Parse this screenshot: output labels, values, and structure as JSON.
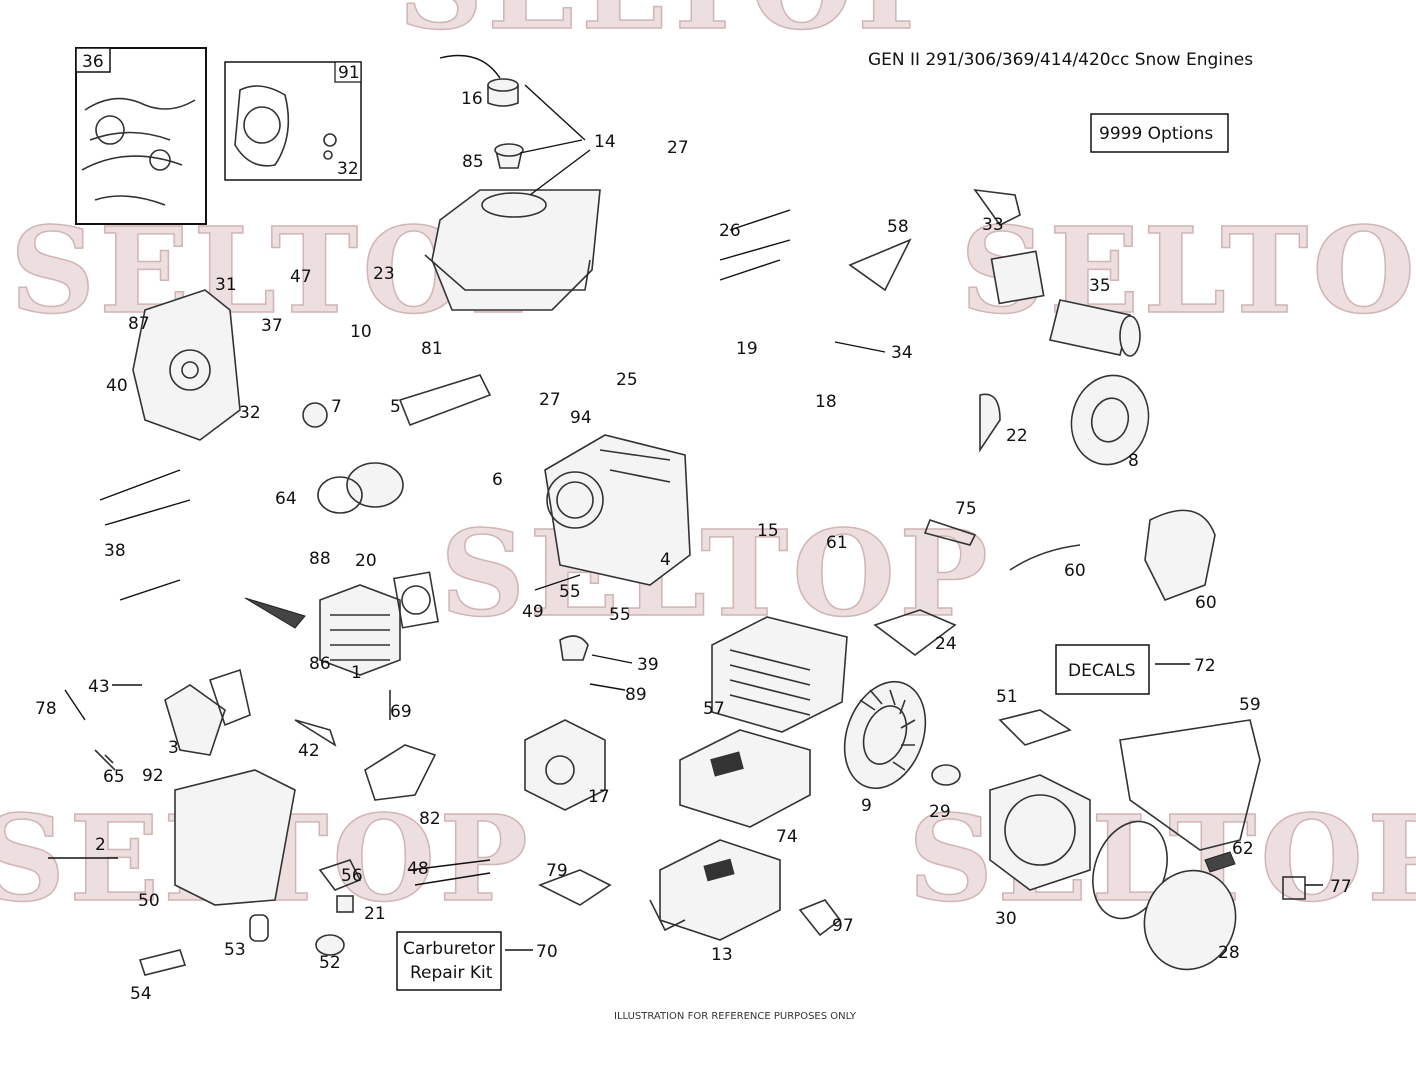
{
  "header": {
    "title": "GEN II 291/306/369/414/420cc Snow Engines"
  },
  "boxes": {
    "options": "9999  Options",
    "decals": "DECALS",
    "carb_line1": "Carburetor",
    "carb_line2": "Repair Kit"
  },
  "inset_labels": {
    "left": "36",
    "right": "91",
    "right_sub": "32"
  },
  "footer": {
    "note": "ILLUSTRATION FOR REFERENCE PURPOSES ONLY"
  },
  "watermark": {
    "text": "SELTOP"
  },
  "part_numbers": [
    "16",
    "14",
    "85",
    "27",
    "26",
    "58",
    "33",
    "35",
    "31",
    "47",
    "23",
    "87",
    "37",
    "10",
    "81",
    "40",
    "32",
    "7",
    "5",
    "19",
    "34",
    "18",
    "25",
    "27",
    "94",
    "22",
    "8",
    "6",
    "64",
    "38",
    "88",
    "20",
    "15",
    "61",
    "75",
    "60",
    "60",
    "4",
    "55",
    "49",
    "55",
    "24",
    "39",
    "43",
    "86",
    "1",
    "89",
    "78",
    "69",
    "3",
    "42",
    "65",
    "92",
    "2",
    "57",
    "72",
    "51",
    "59",
    "9",
    "29",
    "17",
    "82",
    "74",
    "50",
    "56",
    "21",
    "48",
    "79",
    "62",
    "77",
    "30",
    "53",
    "52",
    "54",
    "70",
    "13",
    "97",
    "28"
  ]
}
